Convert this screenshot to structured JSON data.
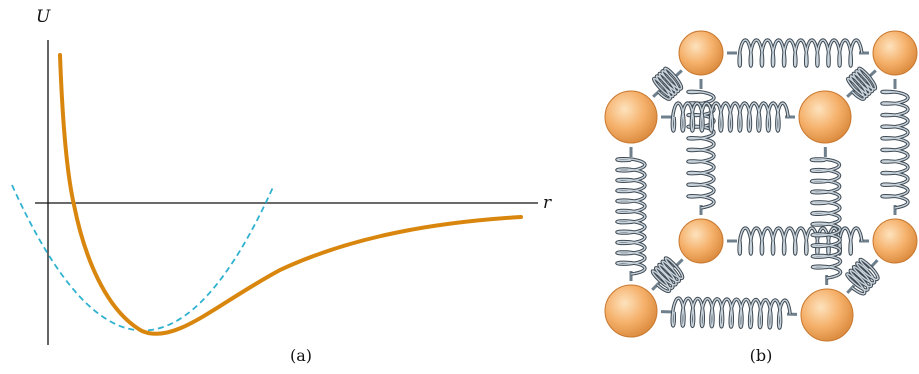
{
  "figure": {
    "panel_a": {
      "y_axis_label": "U",
      "x_axis_label": "r",
      "caption": "(a)",
      "curve_color": "#d9860e",
      "parabola_color": "#2fb2cf",
      "parabola_style": "dashed"
    },
    "panel_b": {
      "caption": "(b)",
      "ball_color": "#f5b06a",
      "spring_color": "#6f7f8c"
    }
  }
}
